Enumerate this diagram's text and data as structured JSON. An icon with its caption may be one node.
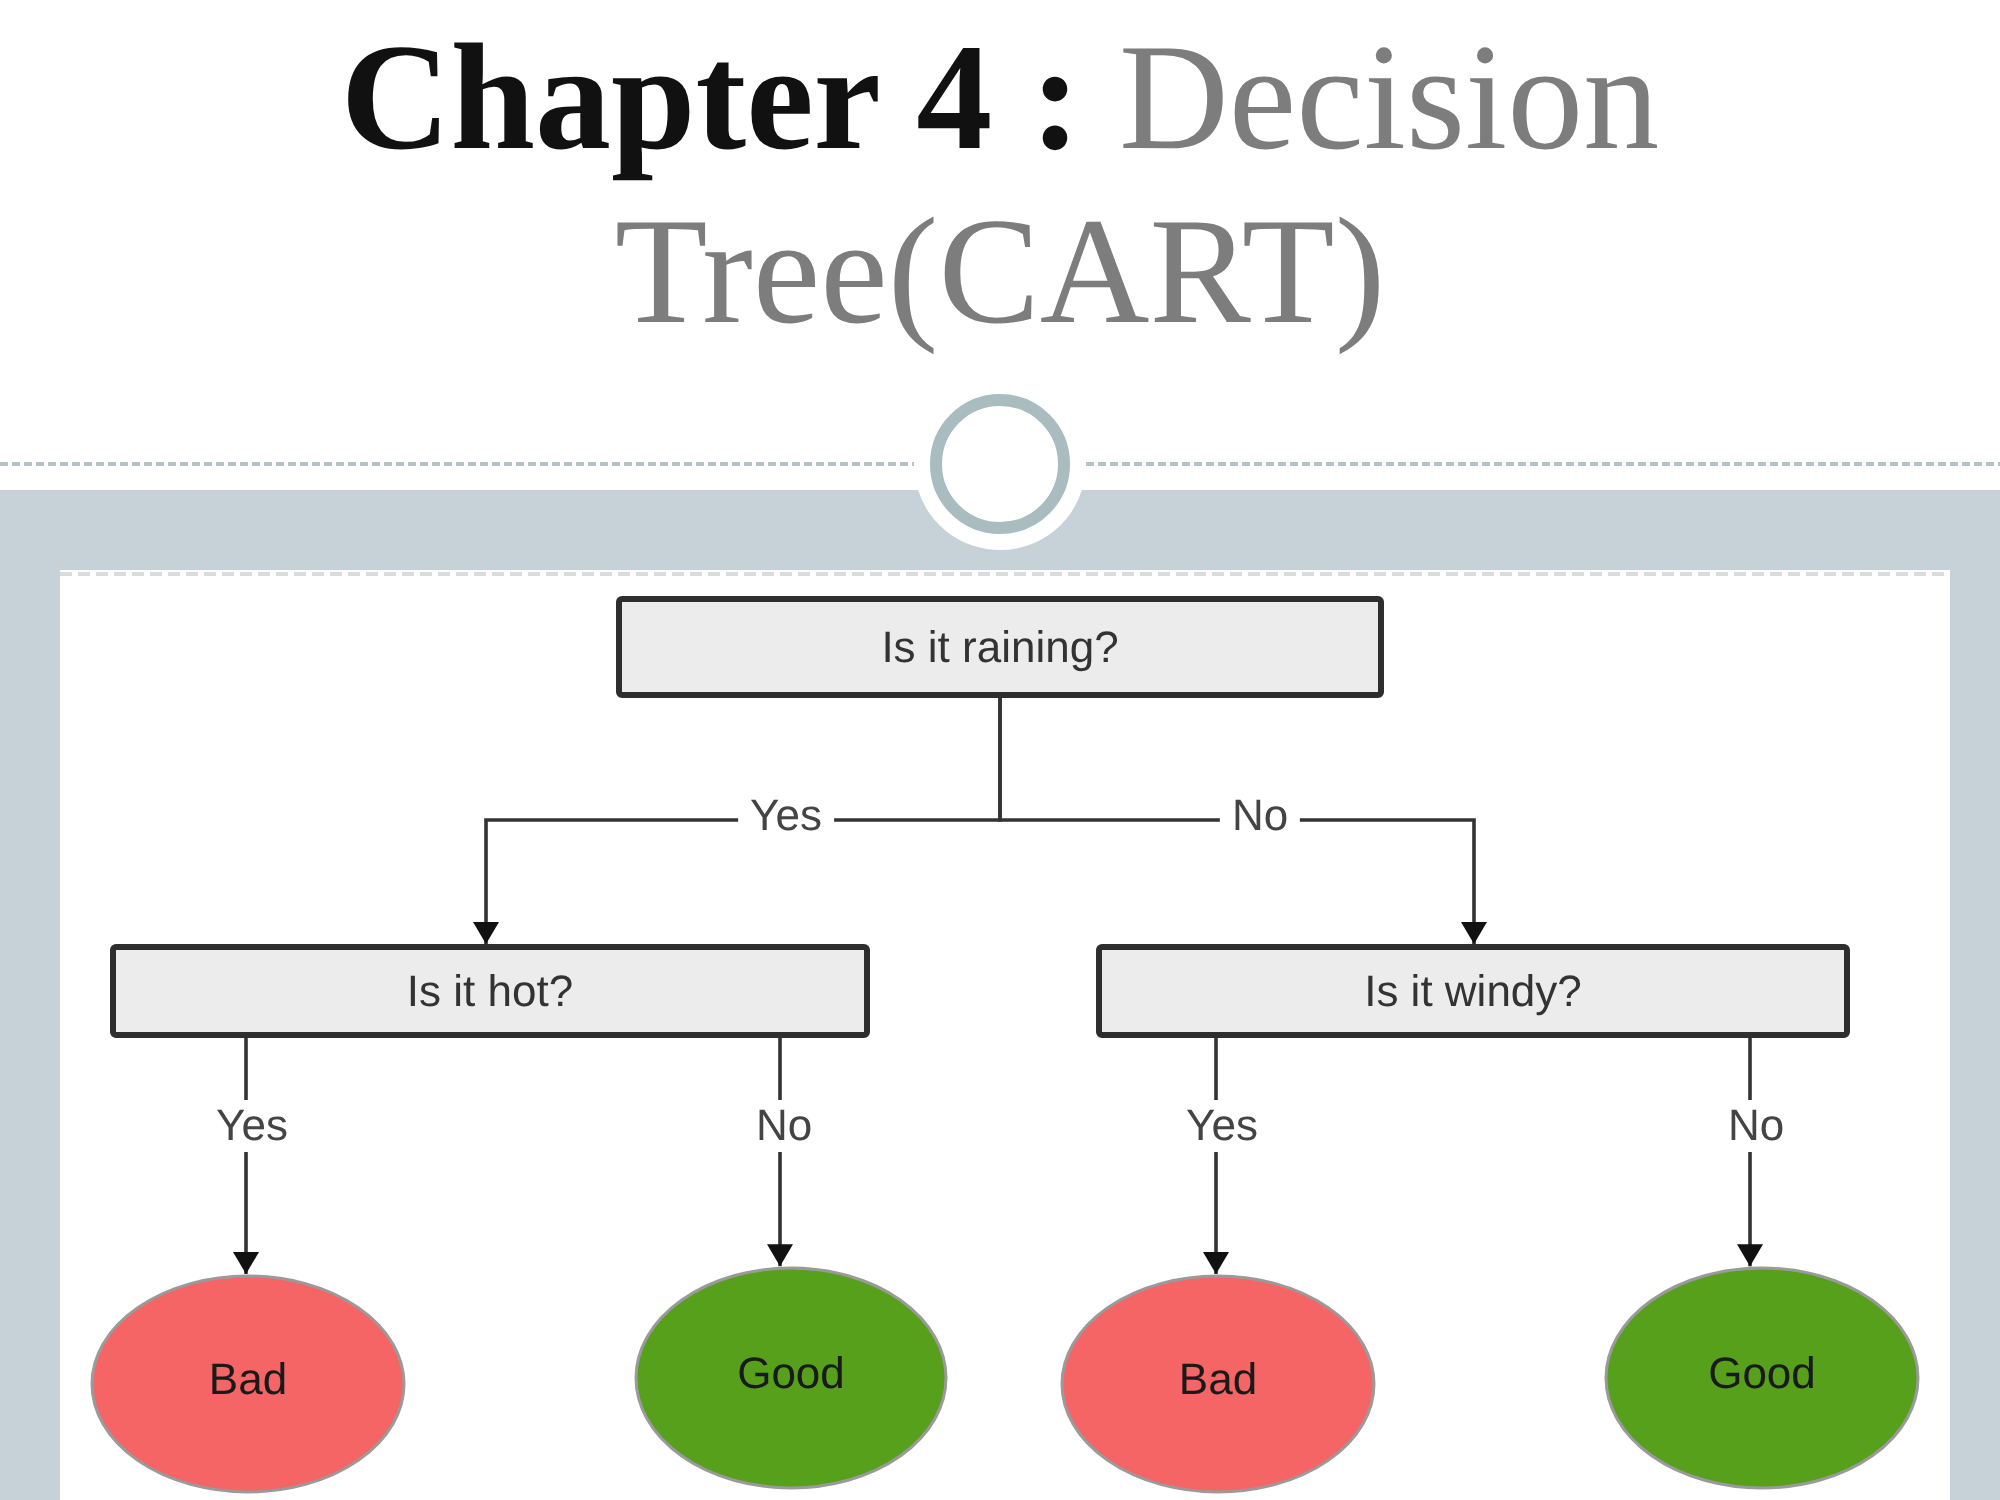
{
  "diagram": {
    "title": "**Chapter 4 :** Decision Tree(CART)",
    "nodes": [
      {
        "text": [
          "Is it raining?"
        ]
      },
      {
        "text": [
          "Is it hot?"
        ]
      },
      {
        "text": [
          "Is it windy?"
        ]
      },
      {
        "text": [
          "Bad"
        ]
      },
      {
        "text": [
          "Good"
        ]
      },
      {
        "text": [
          "Bad"
        ]
      },
      {
        "text": [
          "Good"
        ]
      }
    ],
    "edges": [
      {
        "from": 0,
        "to": 1,
        "arrow": "to",
        "label": "Yes"
      },
      {
        "from": 0,
        "to": 2,
        "arrow": "to",
        "label": "No"
      },
      {
        "from": 1,
        "to": 3,
        "arrow": "to",
        "label": "Yes"
      },
      {
        "from": 1,
        "to": 4,
        "arrow": "to",
        "label": "No"
      },
      {
        "from": 2,
        "to": 5,
        "arrow": "to",
        "label": "Yes"
      },
      {
        "from": 2,
        "to": 6,
        "arrow": "to",
        "label": "No"
      }
    ]
  }
}
